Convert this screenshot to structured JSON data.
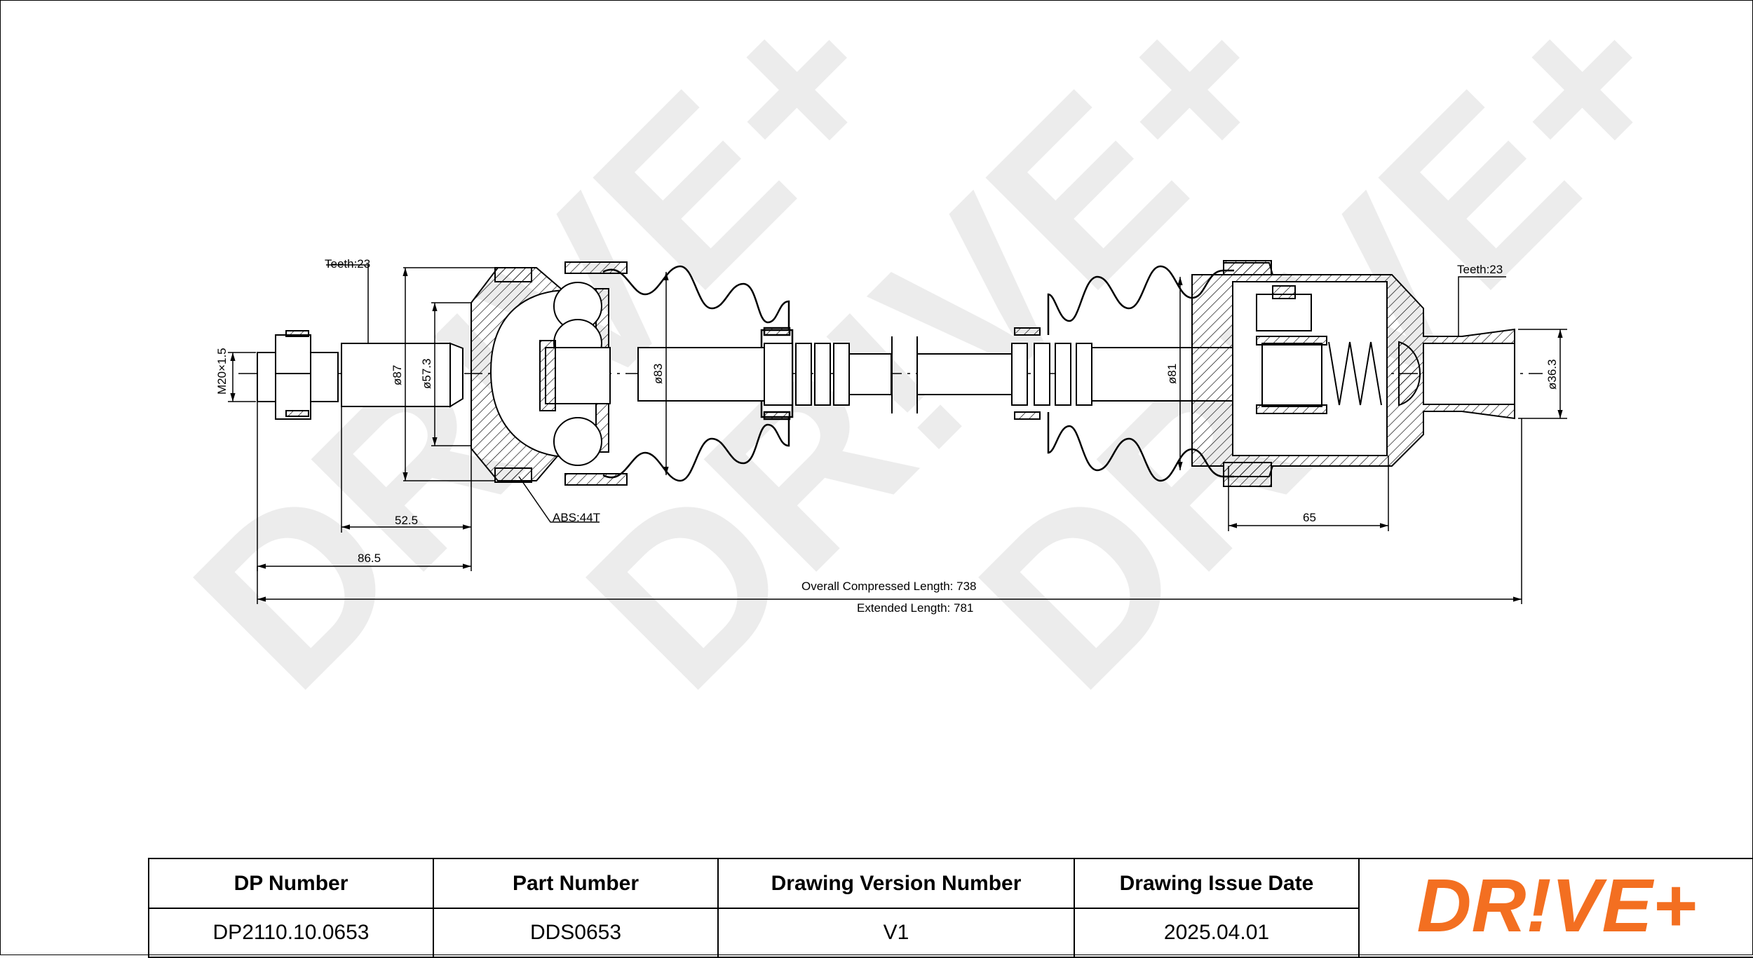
{
  "drawing": {
    "labels": {
      "teeth_left": "Teeth:23",
      "teeth_right": "Teeth:23",
      "thread": "M20×1.5",
      "dia_87": "ø87",
      "dia_57": "ø57.3",
      "dia_83": "ø83",
      "dia_81": "ø81",
      "dia_36": "ø36.3",
      "dim_52": "52.5",
      "dim_86": "86.5",
      "dim_65": "65",
      "abs": "ABS:44T",
      "compressed": "Overall  Compressed  Length: 738",
      "extended": "Extended  Length: 781"
    },
    "watermark": "DR!VE+"
  },
  "title_block": {
    "headers": [
      "DP Number",
      "Part Number",
      "Drawing Version Number",
      "Drawing Issue Date"
    ],
    "values": [
      "DP2110.10.0653",
      "DDS0653",
      "V1",
      "2025.04.01"
    ],
    "logo_text": "DR!VE+",
    "logo_color": "#f36f21"
  }
}
